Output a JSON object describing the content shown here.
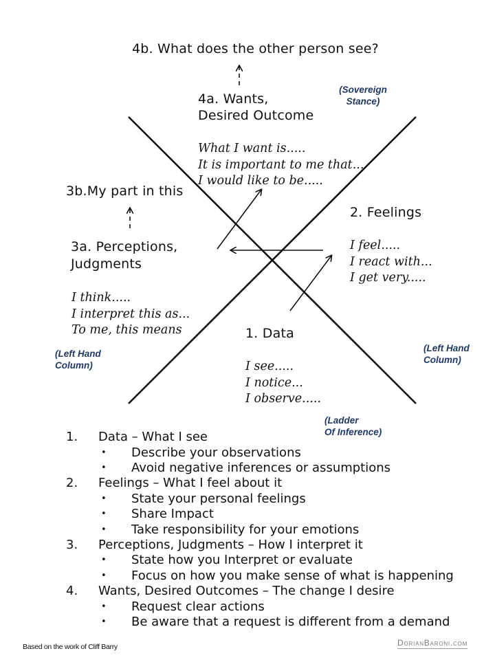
{
  "diagram": {
    "top_question": "4b. What does the other person see?",
    "wants": {
      "title_line1": "4a. Wants,",
      "title_line2": "Desired Outcome",
      "prompts": [
        "What I want is.....",
        "It is important to me that...",
        "I would like to be....."
      ]
    },
    "my_part": "3b.My part in this",
    "perceptions": {
      "title_line1": "3a. Perceptions,",
      "title_line2": "Judgments",
      "prompts": [
        "I think.....",
        "I interpret this as...",
        "To me, this means"
      ]
    },
    "feelings": {
      "title": "2. Feelings",
      "prompts": [
        "I feel.....",
        "I react with...",
        "I get very....."
      ]
    },
    "data": {
      "title": "1. Data",
      "prompts": [
        "I see.....",
        "I notice...",
        "I observe....."
      ]
    },
    "notes": {
      "sovereign_line1": "(Sovereign",
      "sovereign_line2": "Stance)",
      "left_hand_left_line1": "(Left Hand",
      "left_hand_left_line2": "Column)",
      "left_hand_right_line1": "(Left Hand",
      "left_hand_right_line2": "Column)",
      "ladder_line1": "(Ladder",
      "ladder_line2": "Of Inference)"
    }
  },
  "steps": [
    {
      "num": "1.",
      "title": "Data – What I see",
      "bullets": [
        "Describe your observations",
        "Avoid negative inferences or assumptions"
      ]
    },
    {
      "num": "2.",
      "title": "Feelings – What I feel about it",
      "bullets": [
        "State your personal feelings",
        "Share Impact",
        "Take responsibility for your emotions"
      ]
    },
    {
      "num": "3.",
      "title": "Perceptions, Judgments – How I interpret it",
      "bullets": [
        "State how you Interpret or evaluate",
        "Focus on how you make sense of what is happening"
      ]
    },
    {
      "num": "4.",
      "title": "Wants, Desired Outcomes – The change I desire",
      "bullets": [
        "Request clear actions",
        "Be aware that a request is different from a demand"
      ]
    }
  ],
  "bullet_char": "•",
  "footer": {
    "credit": "Based on the work of Cliff Barry",
    "logo": "DorianBaroni.com"
  }
}
